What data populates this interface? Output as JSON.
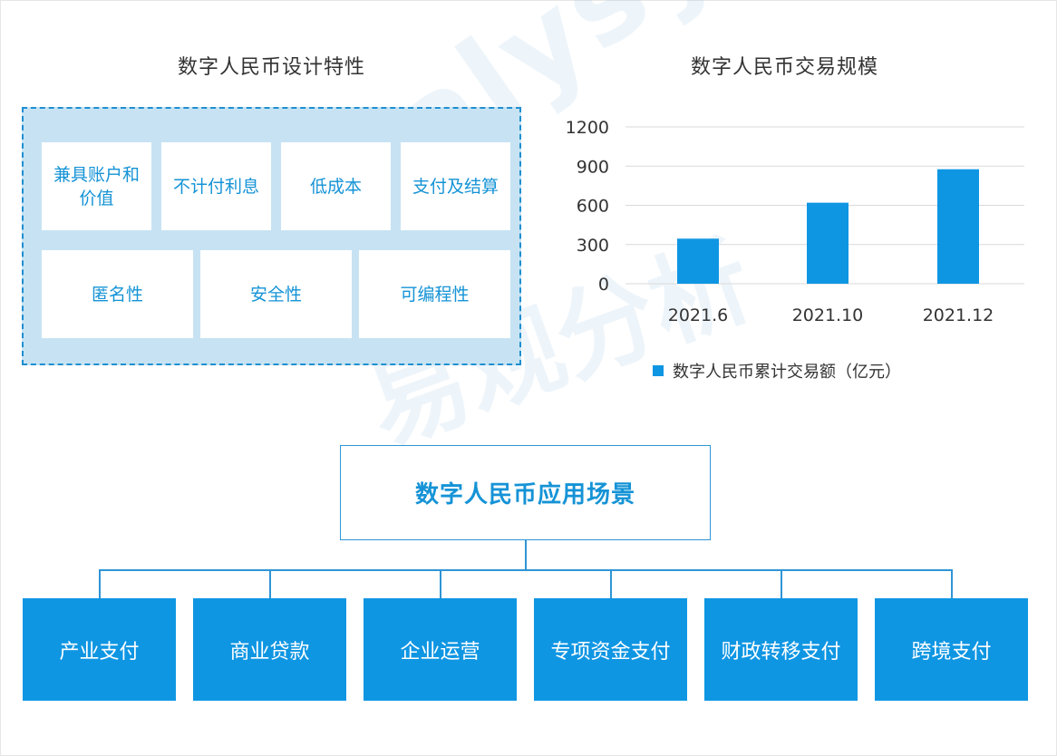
{
  "features": {
    "title": "数字人民币设计特性",
    "items": [
      "兼具账户和价值",
      "不计付利息",
      "低成本",
      "支付及结算",
      "匿名性",
      "安全性",
      "可编程性"
    ]
  },
  "chart": {
    "title": "数字人民币交易规模",
    "legend": "数字人民币累计交易额（亿元）"
  },
  "chart_data": {
    "type": "bar",
    "title": "数字人民币交易规模",
    "categories": [
      "2021.6",
      "2021.10",
      "2021.12"
    ],
    "series": [
      {
        "name": "数字人民币累计交易额（亿元）",
        "values": [
          345,
          620,
          876
        ]
      }
    ],
    "yticks": [
      0,
      300,
      600,
      900,
      1200
    ],
    "ylim": [
      0,
      1200
    ],
    "grid": true,
    "legend_position": "bottom-left",
    "color": "#0f96e3"
  },
  "scenarios": {
    "root": "数字人民币应用场景",
    "leaves": [
      "产业支付",
      "商业贷款",
      "企业运营",
      "专项资金支付",
      "财政转移支付",
      "跨境支付"
    ]
  },
  "colors": {
    "accent": "#0f96e3",
    "panel_bg": "#c7e3f3",
    "card_text": "#1593d6"
  },
  "watermark": {
    "latin": "analysys",
    "cn": "易观分析"
  }
}
